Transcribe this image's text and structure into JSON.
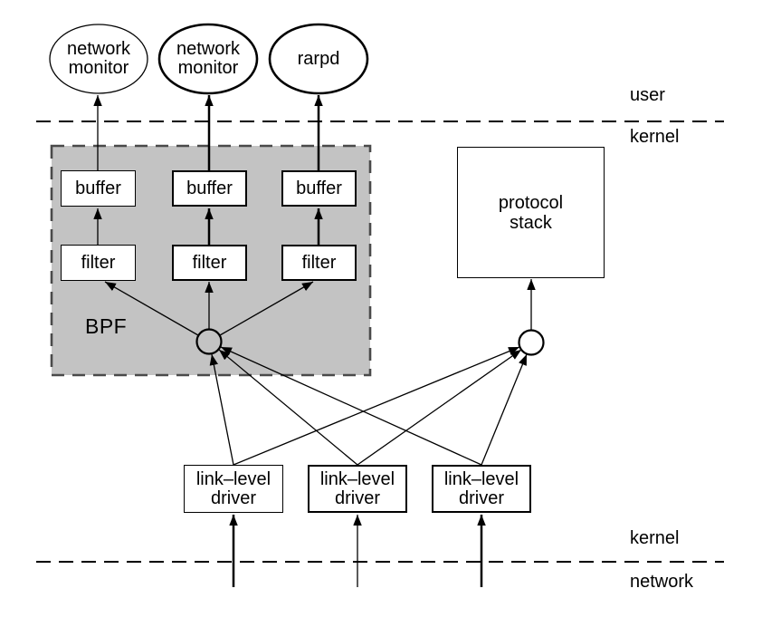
{
  "diagram": {
    "processes": [
      {
        "label": "network\nmonitor"
      },
      {
        "label": "network\nmonitor"
      },
      {
        "label": "rarpd"
      }
    ],
    "bpf": {
      "label": "BPF",
      "buffers": [
        {
          "label": "buffer"
        },
        {
          "label": "buffer"
        },
        {
          "label": "buffer"
        }
      ],
      "filters": [
        {
          "label": "filter"
        },
        {
          "label": "filter"
        },
        {
          "label": "filter"
        }
      ]
    },
    "protocol_stack": {
      "label": "protocol\nstack"
    },
    "drivers": [
      {
        "label": "link–level\ndriver"
      },
      {
        "label": "link–level\ndriver"
      },
      {
        "label": "link–level\ndriver"
      }
    ],
    "boundary_labels": {
      "user": "user",
      "kernel_top": "kernel",
      "kernel_bottom": "kernel",
      "network": "network"
    },
    "colors": {
      "background": "#ffffff",
      "stroke": "#000000",
      "bpf_fill": "#c3c3c3",
      "bpf_border": "#4a4a4a"
    }
  }
}
